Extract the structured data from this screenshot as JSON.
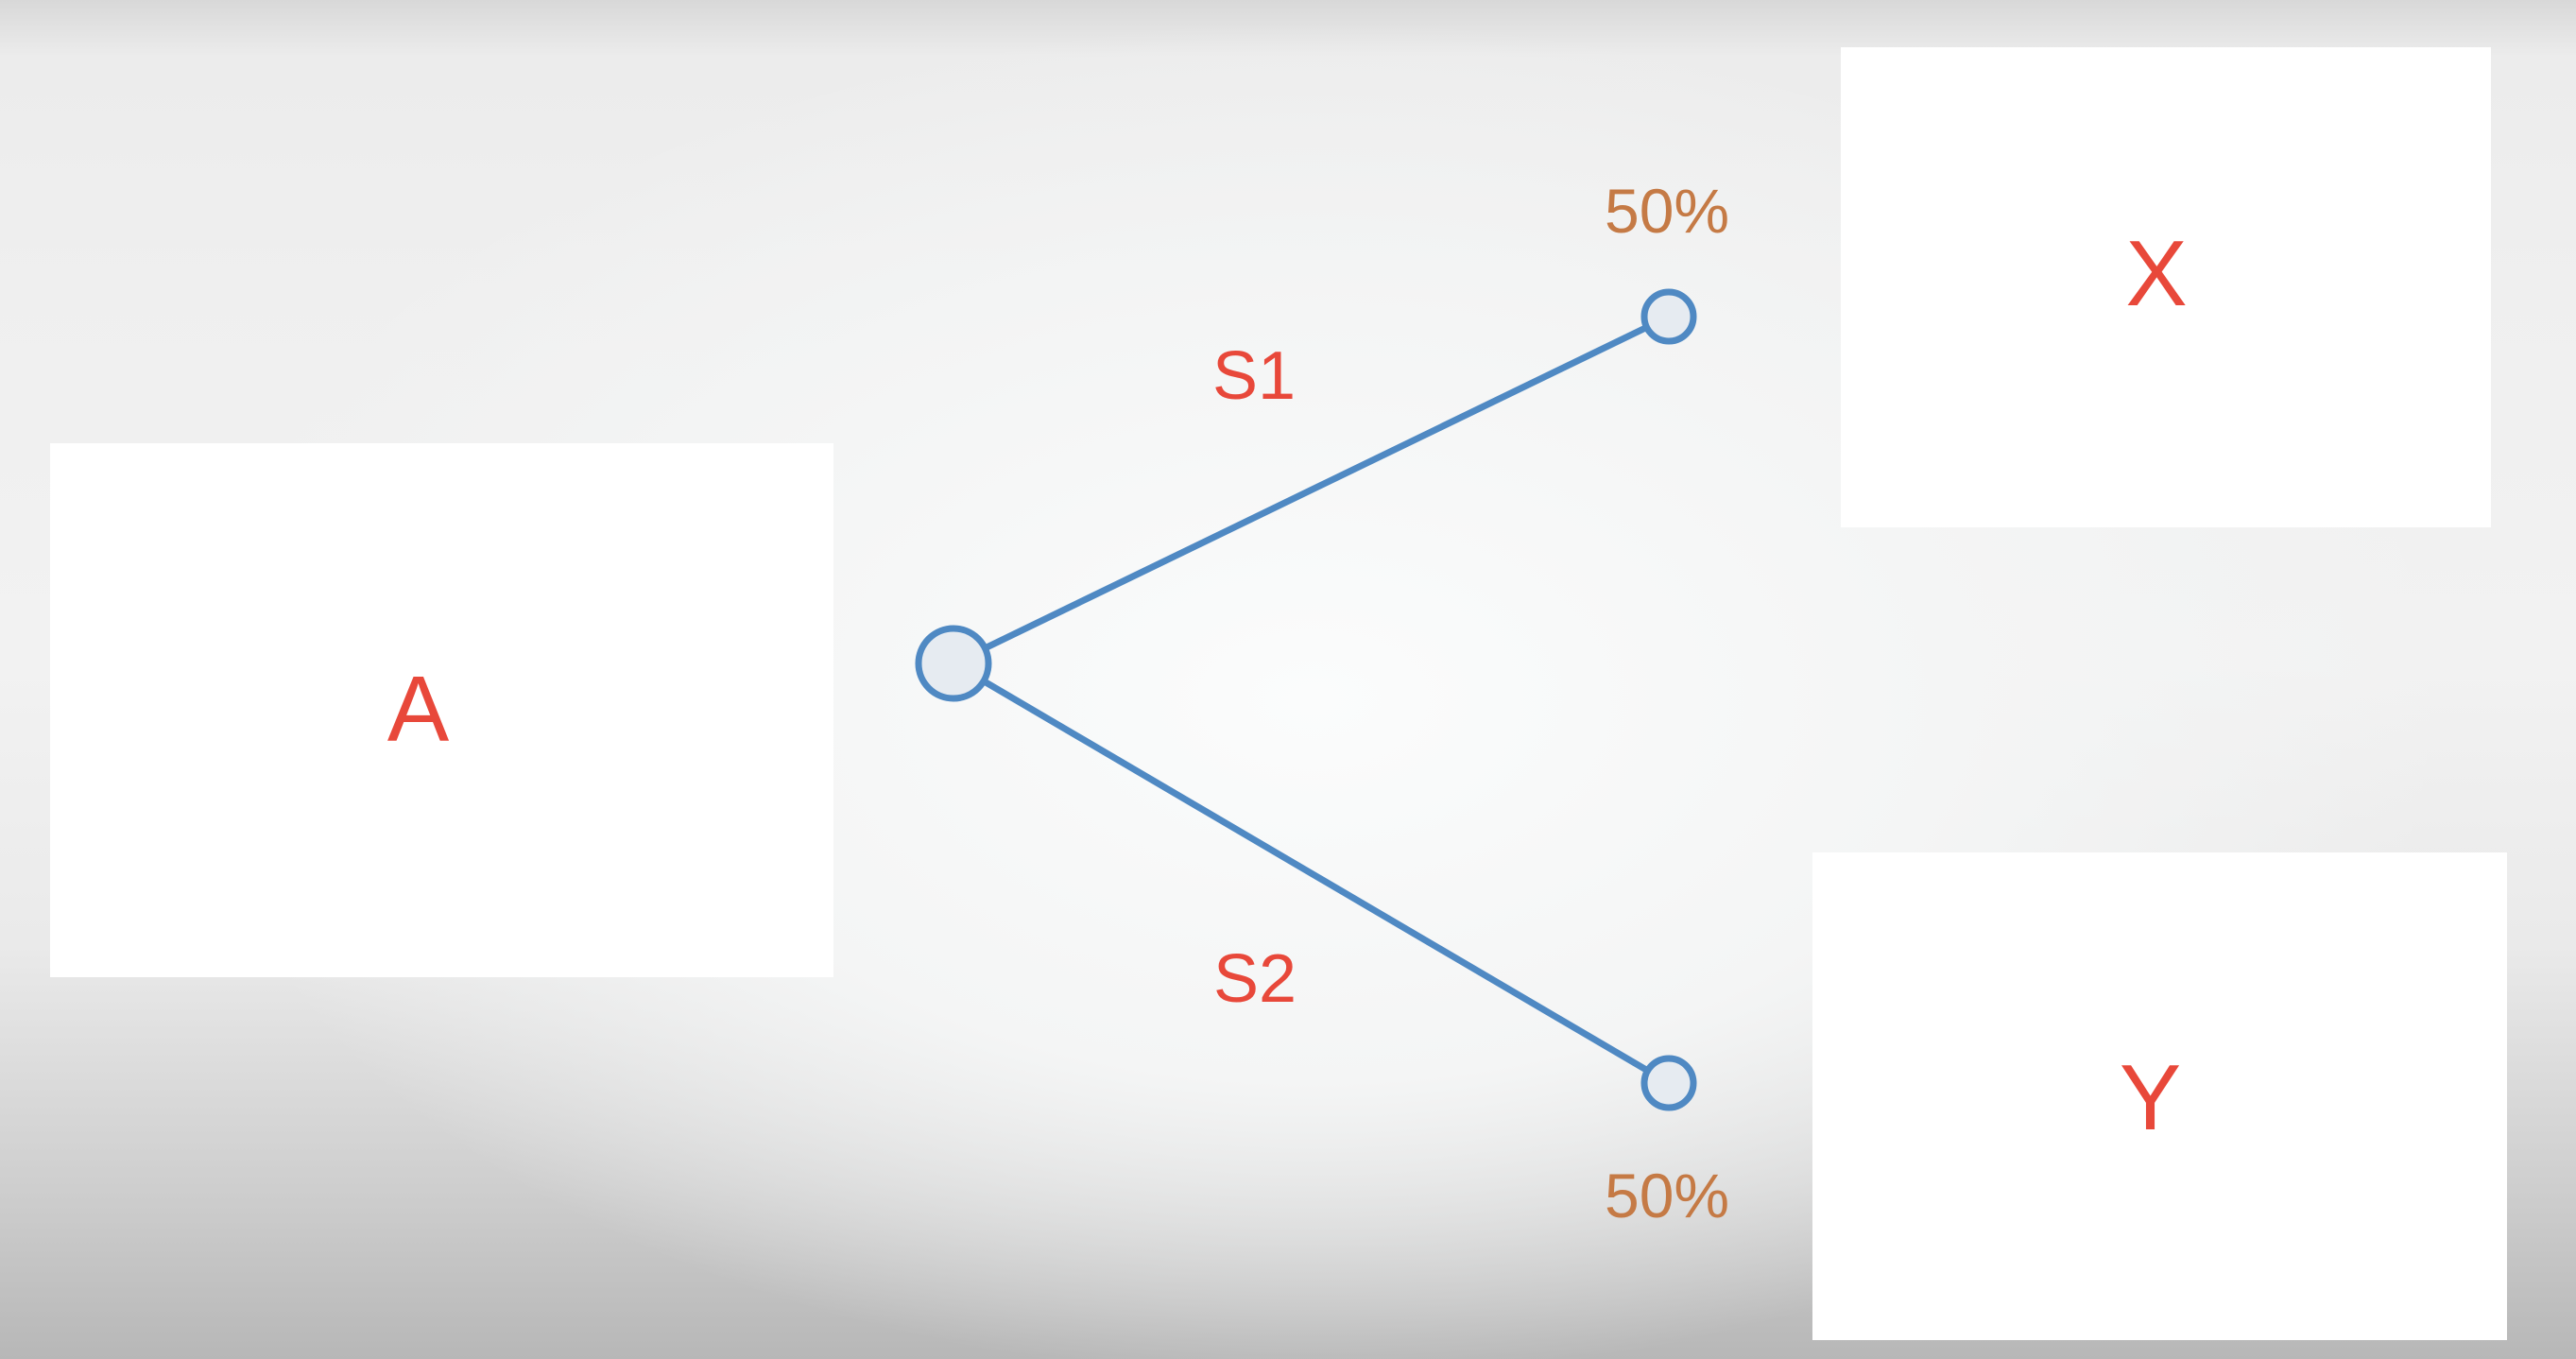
{
  "boxes": {
    "a": {
      "label": "A"
    },
    "x": {
      "label": "X"
    },
    "y": {
      "label": "Y"
    }
  },
  "branches": {
    "s1": {
      "label": "S1"
    },
    "s2": {
      "label": "S2"
    }
  },
  "probabilities": {
    "top": "50%",
    "bottom": "50%"
  },
  "colors": {
    "label_red": "#e8483a",
    "probability_orange": "#c57a45",
    "line_blue": "#4f89c3",
    "node_fill": "#e6ebf1",
    "box_fill": "#ffffff"
  }
}
